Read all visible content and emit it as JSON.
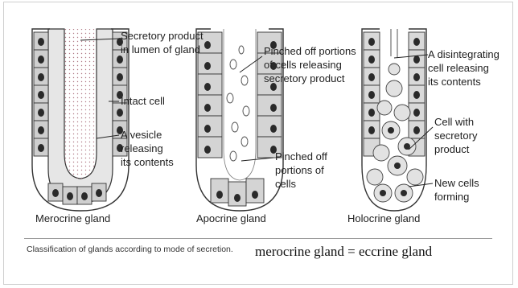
{
  "glands": [
    {
      "caption": "Merocrine gland",
      "labels": [
        [
          "Secretory product",
          "in lumen of gland"
        ],
        [
          "Intact cell"
        ],
        [
          "A vesicle",
          "releasing",
          "its contents"
        ]
      ]
    },
    {
      "caption": "Apocrine gland",
      "labels": [
        [
          "Pinched off portions",
          "of cells releasing",
          "secretory product"
        ],
        [
          "Pinched off",
          "portions of",
          "cells"
        ]
      ]
    },
    {
      "caption": "Holocrine gland",
      "labels": [
        [
          "A disintegrating",
          "cell releasing",
          "its contents"
        ],
        [
          "Cell with",
          "secretory",
          "product"
        ],
        [
          "New cells",
          "forming"
        ]
      ]
    }
  ],
  "footer": {
    "caption": "Classification of glands according to mode of secretion.",
    "equation": "merocrine gland = eccrine gland"
  }
}
